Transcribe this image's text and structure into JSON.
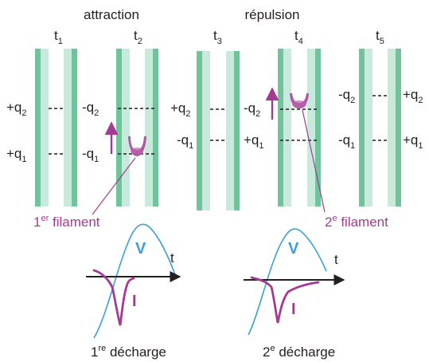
{
  "headings": {
    "attraction": "attraction",
    "repulsion": "répulsion"
  },
  "times": [
    {
      "main": "t",
      "sub": "1"
    },
    {
      "main": "t",
      "sub": "2"
    },
    {
      "main": "t",
      "sub": "3"
    },
    {
      "main": "t",
      "sub": "4"
    },
    {
      "main": "t",
      "sub": "5"
    }
  ],
  "charges": {
    "t1_left_top": {
      "main": "+q",
      "sub": "2"
    },
    "t1_left_bottom": {
      "main": "+q",
      "sub": "1"
    },
    "t1_right_top": {
      "main": "-q",
      "sub": "2"
    },
    "t1_right_bottom": {
      "main": "-q",
      "sub": "1"
    },
    "t3_left_top": {
      "main": "+q",
      "sub": "2"
    },
    "t3_left_bottom": {
      "main": "-q",
      "sub": "1"
    },
    "t3_right_top": {
      "main": "-q",
      "sub": "2"
    },
    "t3_right_bottom": {
      "main": "+q",
      "sub": "1"
    },
    "t5_left_top": {
      "main": "-q",
      "sub": "2"
    },
    "t5_left_bottom": {
      "main": "-q",
      "sub": "1"
    },
    "t5_right_top": {
      "main": "+q",
      "sub": "2"
    },
    "t5_right_bottom": {
      "main": "+q",
      "sub": "1"
    }
  },
  "filaments": {
    "first": {
      "main": "1",
      "sup": "er",
      "rest": " filament"
    },
    "second": {
      "main": "2",
      "sup": "e",
      "rest": " filament"
    }
  },
  "discharges": {
    "first": {
      "main": "1",
      "sup": "re",
      "rest": " décharge",
      "axis_label": "t",
      "v_label": "V",
      "i_label": "I"
    },
    "second": {
      "main": "2",
      "sup": "e",
      "rest": " décharge",
      "axis_label": "t",
      "v_label": "V",
      "i_label": "I"
    }
  },
  "colors": {
    "plate_dark": "#6fc49c",
    "plate_light": "#c9e9dd",
    "filament": "#a33a93",
    "voltage": "#3aa0d8",
    "text": "#231f20"
  }
}
